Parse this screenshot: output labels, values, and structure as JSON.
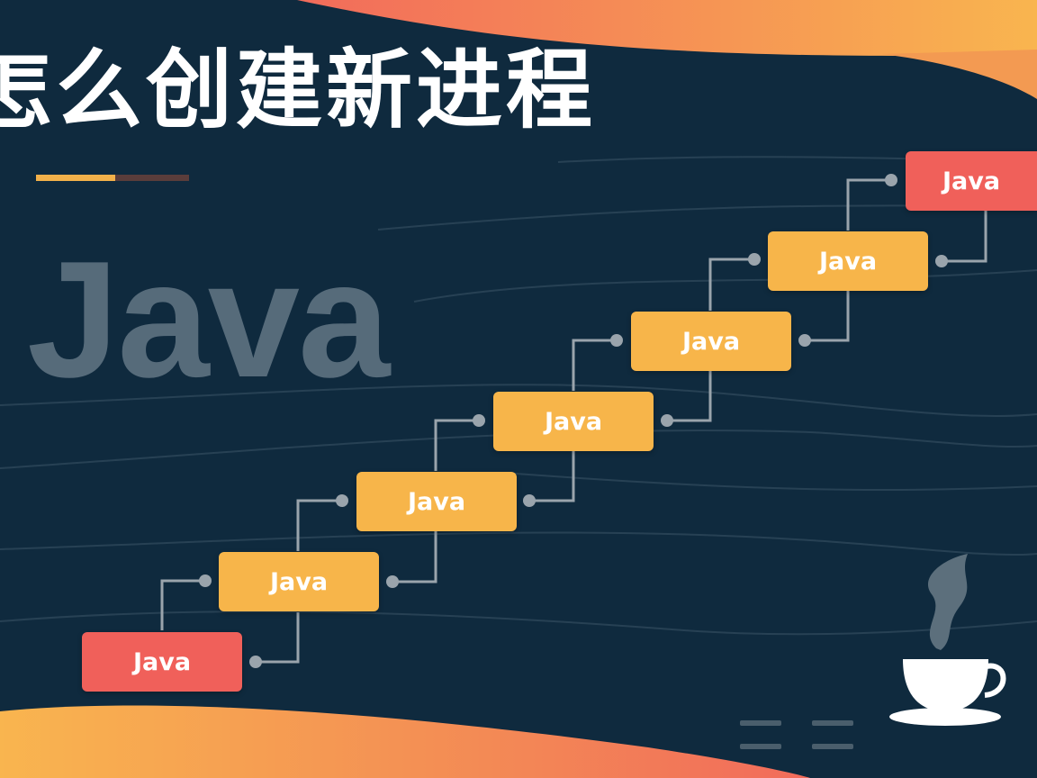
{
  "title": "怎么创建新进程",
  "background_word": "Java",
  "nodes": [
    {
      "label": "Java",
      "color": "red"
    },
    {
      "label": "Java",
      "color": "yellow"
    },
    {
      "label": "Java",
      "color": "yellow"
    },
    {
      "label": "Java",
      "color": "yellow"
    },
    {
      "label": "Java",
      "color": "yellow"
    },
    {
      "label": "Java",
      "color": "yellow"
    },
    {
      "label": "Java",
      "color": "red"
    }
  ],
  "colors": {
    "background": "#0f2a3e",
    "accent_yellow": "#f7b54a",
    "accent_red": "#f0605a",
    "wave_gradient_start": "#f26b5b",
    "wave_gradient_end": "#f9b54f"
  },
  "icons": [
    "coffee-cup-icon",
    "steam-icon",
    "menu-lines-icon"
  ]
}
